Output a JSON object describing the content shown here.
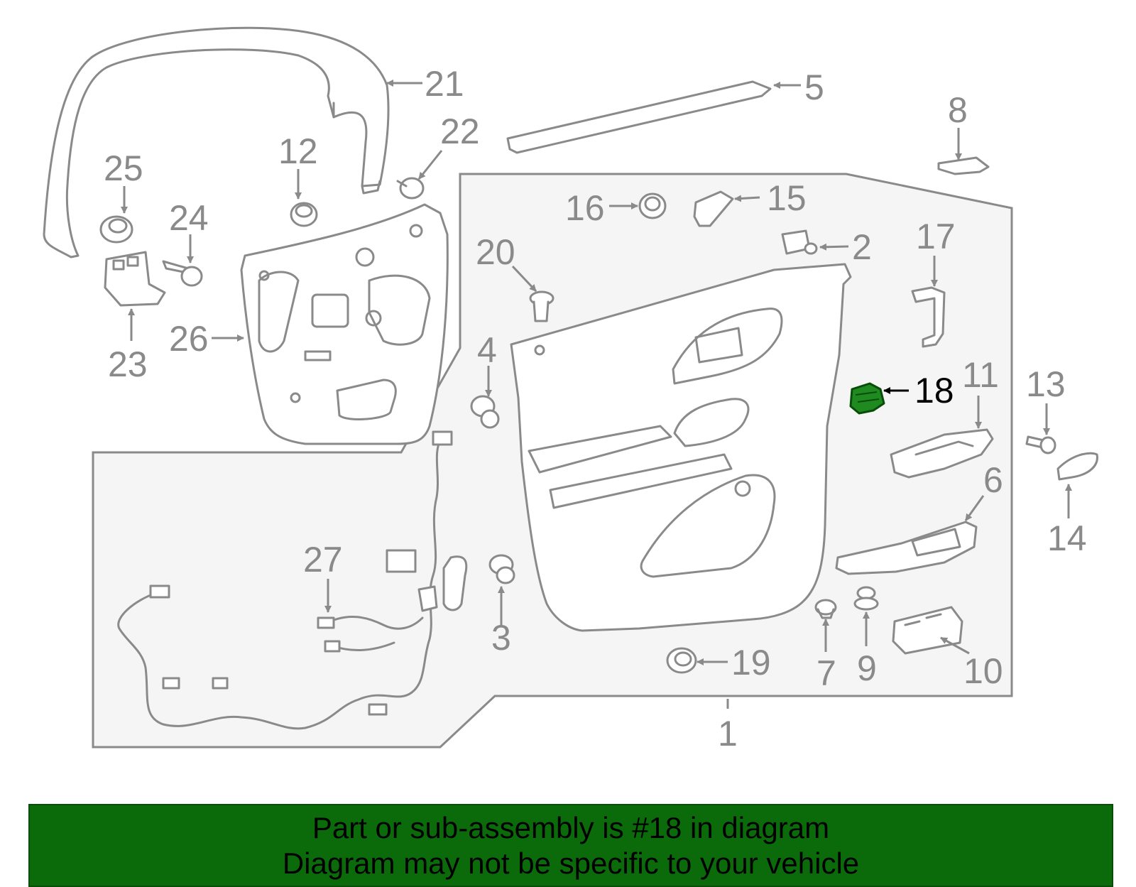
{
  "colors": {
    "line": "#8a8a8a",
    "panel": "#f5f5f5",
    "highlight_part": "#1f8a1f",
    "banner": "#0b6b0b",
    "highlight_text": "#000000"
  },
  "callouts": {
    "c1": "1",
    "c2": "2",
    "c3": "3",
    "c4": "4",
    "c5": "5",
    "c6": "6",
    "c7": "7",
    "c8": "8",
    "c9": "9",
    "c10": "10",
    "c11": "11",
    "c12": "12",
    "c13": "13",
    "c14": "14",
    "c15": "15",
    "c16": "16",
    "c17": "17",
    "c18": "18",
    "c19": "19",
    "c20": "20",
    "c21": "21",
    "c22": "22",
    "c23": "23",
    "c24": "24",
    "c25": "25",
    "c26": "26",
    "c27": "27"
  },
  "highlighted_callout": "18",
  "banner": {
    "line1": "Part or sub-assembly is #18 in diagram",
    "line2": "Diagram may not be specific to your vehicle"
  }
}
